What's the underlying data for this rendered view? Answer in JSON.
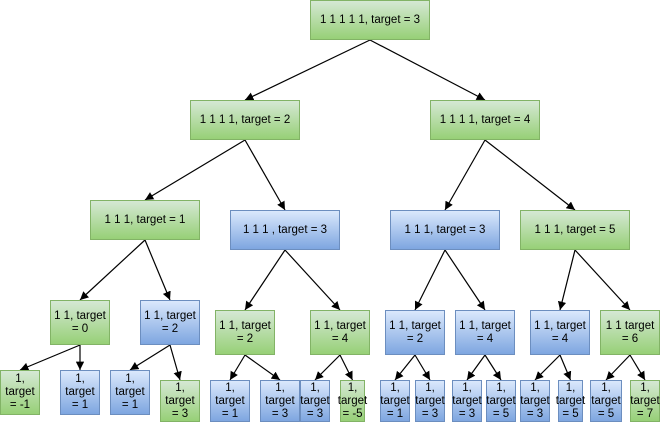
{
  "diagram": {
    "nodes": [
      {
        "id": "n0",
        "label": "1 1 1 1 1,  target = 3",
        "state": "green"
      },
      {
        "id": "n1",
        "label": "1 1 1 1,  target = 2",
        "state": "green"
      },
      {
        "id": "n2",
        "label": "1 1 1 1,  target = 4",
        "state": "green"
      },
      {
        "id": "n3",
        "label": "1 1 1,  target = 1",
        "state": "green"
      },
      {
        "id": "n4",
        "label": "1 1 1 ,  target = 3",
        "state": "blue"
      },
      {
        "id": "n5",
        "label": "1 1 1,  target = 3",
        "state": "blue"
      },
      {
        "id": "n6",
        "label": "1 1 1,  target = 5",
        "state": "green"
      },
      {
        "id": "n7",
        "label": "1 1,  target\n= 0",
        "state": "green"
      },
      {
        "id": "n8",
        "label": "1 1,  target\n= 2",
        "state": "blue"
      },
      {
        "id": "n9",
        "label": "1 1,  target\n= 2",
        "state": "green"
      },
      {
        "id": "n10",
        "label": "1 1,  target\n= 4",
        "state": "green"
      },
      {
        "id": "n11",
        "label": "1 1,  target\n= 2",
        "state": "blue"
      },
      {
        "id": "n12",
        "label": "1 1,  target\n= 4",
        "state": "blue"
      },
      {
        "id": "n13",
        "label": "1 1,  target\n= 4",
        "state": "blue"
      },
      {
        "id": "n14",
        "label": "1 1  target\n= 6",
        "state": "green"
      },
      {
        "id": "n15",
        "label": "1,\ntarget\n= -1",
        "state": "green"
      },
      {
        "id": "n16",
        "label": "1,\ntarget\n= 1",
        "state": "blue"
      },
      {
        "id": "n17",
        "label": "1,\ntarget\n= 1",
        "state": "blue"
      },
      {
        "id": "n18",
        "label": "1,\ntarget\n= 3",
        "state": "green"
      },
      {
        "id": "n19",
        "label": "1,\ntarget\n= 1",
        "state": "blue"
      },
      {
        "id": "n20",
        "label": "1,\ntarget\n= 3",
        "state": "blue"
      },
      {
        "id": "n21",
        "label": "1,\ntarget\n= 3",
        "state": "blue"
      },
      {
        "id": "n22",
        "label": "1,\ntarget\n= -5",
        "state": "green"
      },
      {
        "id": "n23",
        "label": "1,\ntarget\n= 1",
        "state": "blue"
      },
      {
        "id": "n24",
        "label": "1,\ntarget\n= 3",
        "state": "blue"
      },
      {
        "id": "n25",
        "label": "1,\ntarget\n= 3",
        "state": "blue"
      },
      {
        "id": "n26",
        "label": "1,\ntarget\n= 5",
        "state": "blue"
      },
      {
        "id": "n27",
        "label": "1,\ntarget\n= 3",
        "state": "blue"
      },
      {
        "id": "n28",
        "label": "1,\ntarget\n= 5",
        "state": "blue"
      },
      {
        "id": "n29",
        "label": "1,\ntarget\n= 5",
        "state": "blue"
      },
      {
        "id": "n30",
        "label": "1,\ntarget\n= 7",
        "state": "green"
      }
    ],
    "edges": [
      [
        "n0",
        "n1"
      ],
      [
        "n0",
        "n2"
      ],
      [
        "n1",
        "n3"
      ],
      [
        "n1",
        "n4"
      ],
      [
        "n2",
        "n5"
      ],
      [
        "n2",
        "n6"
      ],
      [
        "n3",
        "n7"
      ],
      [
        "n3",
        "n8"
      ],
      [
        "n4",
        "n9"
      ],
      [
        "n4",
        "n10"
      ],
      [
        "n5",
        "n11"
      ],
      [
        "n5",
        "n12"
      ],
      [
        "n6",
        "n13"
      ],
      [
        "n6",
        "n14"
      ],
      [
        "n7",
        "n15"
      ],
      [
        "n7",
        "n16"
      ],
      [
        "n8",
        "n17"
      ],
      [
        "n8",
        "n18"
      ],
      [
        "n9",
        "n19"
      ],
      [
        "n9",
        "n20"
      ],
      [
        "n10",
        "n21"
      ],
      [
        "n10",
        "n22"
      ],
      [
        "n11",
        "n23"
      ],
      [
        "n11",
        "n24"
      ],
      [
        "n12",
        "n25"
      ],
      [
        "n12",
        "n26"
      ],
      [
        "n13",
        "n27"
      ],
      [
        "n13",
        "n28"
      ],
      [
        "n14",
        "n29"
      ],
      [
        "n14",
        "n30"
      ]
    ],
    "colors": {
      "green_fill_top": "#d5e8d4",
      "green_fill_bottom": "#97d077",
      "green_border": "#82b366",
      "blue_fill_top": "#dae8fc",
      "blue_fill_bottom": "#7ea6e0",
      "blue_border": "#6c8ebf",
      "edge": "#000000"
    }
  }
}
